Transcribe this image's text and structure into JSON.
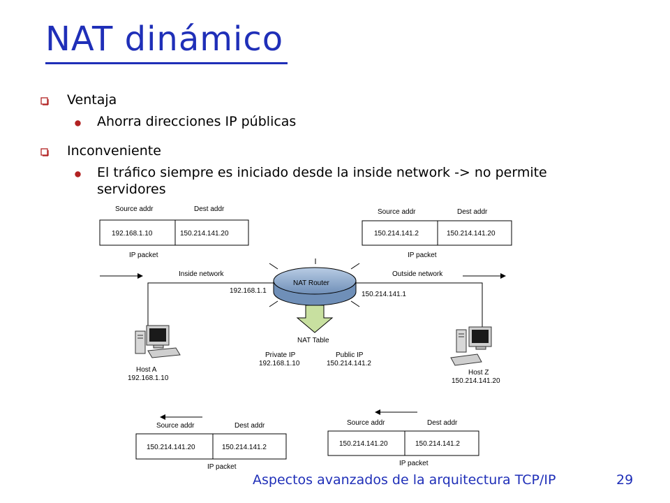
{
  "slide": {
    "title": "NAT dinámico",
    "bullets": [
      {
        "label": "Ventaja",
        "sub": [
          "Ahorra direcciones IP públicas"
        ]
      },
      {
        "label": "Inconveniente",
        "sub": [
          "El tráfico siempre es iniciado desde la inside network -> no permite",
          "servidores"
        ]
      }
    ],
    "footer": {
      "text": "Aspectos avanzados de la arquitectura TCP/IP",
      "page": "29"
    },
    "colors": {
      "title": "#1f2fb8",
      "bullet_mark": "#b22222",
      "router": "#9fb8d6",
      "arrow": "#c8e0a0"
    }
  },
  "diagram": {
    "packet_top_left": {
      "source_label": "Source addr",
      "dest_label": "Dest addr",
      "source": "192.168.1.10",
      "dest": "150.214.141.20",
      "caption": "IP packet"
    },
    "packet_top_right": {
      "source_label": "Source addr",
      "dest_label": "Dest addr",
      "source": "150.214.141.2",
      "dest": "150.214.141.20",
      "caption": "IP packet"
    },
    "packet_bottom_left": {
      "source_label": "Source addr",
      "dest_label": "Dest addr",
      "source": "150.214.141.20",
      "dest": "150.214.141.2",
      "caption": "IP packet"
    },
    "packet_bottom_right": {
      "source_label": "Source addr",
      "dest_label": "Dest addr",
      "source": "150.214.141.20",
      "dest": "150.214.141.2",
      "caption": "IP packet"
    },
    "inside_network": "Inside network",
    "outside_network": "Outside network",
    "router_label": "NAT Router",
    "router_inside_ip": "192.168.1.1",
    "router_outside_ip": "150.214.141.1",
    "nat_table": {
      "label": "NAT Table",
      "private_header": "Private IP",
      "public_header": "Public   IP",
      "private_ip": "192.168.1.10",
      "public_ip": "150.214.141.2"
    },
    "host_a": {
      "name": "Host A",
      "ip": "192.168.1.10"
    },
    "host_z": {
      "name": "Host Z",
      "ip": "150.214.141.20"
    }
  }
}
